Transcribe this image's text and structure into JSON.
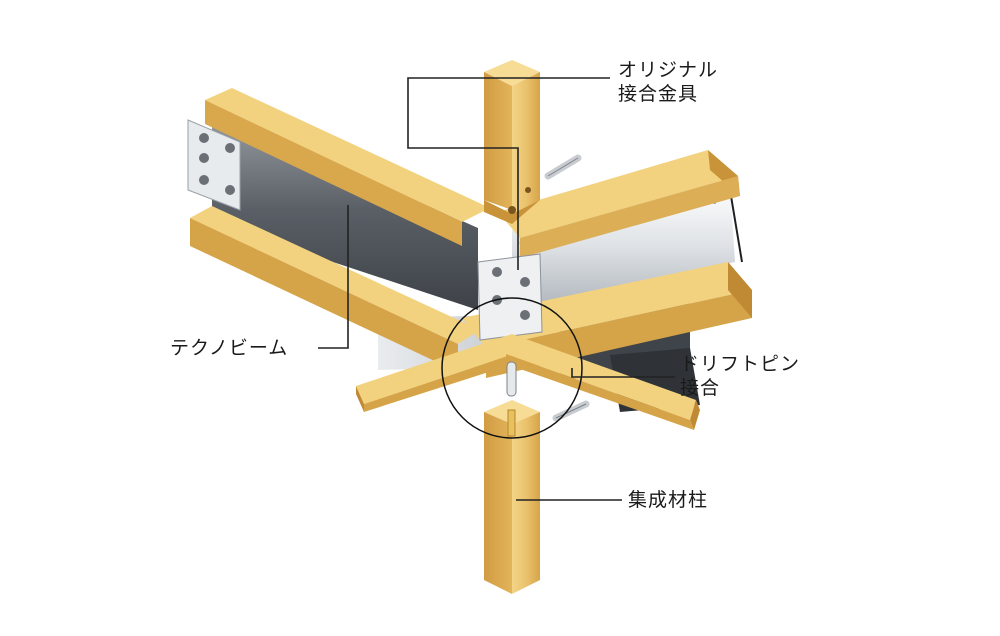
{
  "labels": {
    "joint_hardware": [
      "オリジナル",
      "接合金具"
    ],
    "techno_beam": "テクノビーム",
    "drift_pin": [
      "ドリフトピン",
      "接合"
    ],
    "glulam_column": "集成材柱"
  },
  "colors": {
    "wood_light": "#f2d27e",
    "wood_mid": "#e4b85a",
    "wood_dark": "#c9933a",
    "steel_light": "#eef0f2",
    "steel_mid": "#b8bec4",
    "steel_dark": "#4a4e54",
    "leader": "#222222"
  }
}
